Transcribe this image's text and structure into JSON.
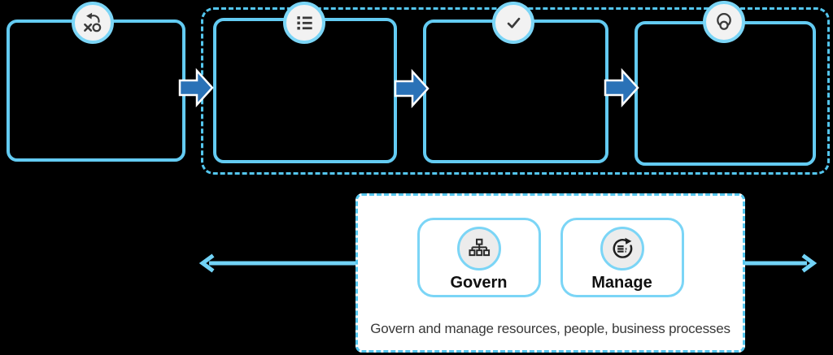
{
  "colors": {
    "background": "#000000",
    "box_border_blue": "#63cbf2",
    "dashed_blue": "#54c6ee",
    "badge_ring_blue": "#7bd5f6",
    "badge_background": "#f2f2f2",
    "block_arrow_fill": "#2a72b7",
    "block_arrow_outline": "#ffffff",
    "icon_stroke": "#3a3a3a",
    "panel_background": "#ffffff",
    "label_color": "#101010",
    "caption_color": "#383838",
    "side_arrow_blue": "#72d3f6"
  },
  "flow": {
    "boxes": [
      {
        "icon": "xo-playbook-icon"
      },
      {
        "icon": "bulleted-list-icon"
      },
      {
        "icon": "checkmark-icon"
      },
      {
        "icon": "nested-circles-icon"
      }
    ],
    "connector_icon": "right-block-arrow-icon",
    "connector_count": 3
  },
  "panel": {
    "cards": [
      {
        "label": "Govern",
        "icon": "org-chart-icon"
      },
      {
        "label": "Manage",
        "icon": "sync-list-icon"
      }
    ],
    "caption": "Govern and manage resources, people, business processes",
    "left_arrow_icon": "left-extent-arrow-icon",
    "right_arrow_icon": "right-extent-arrow-icon"
  }
}
